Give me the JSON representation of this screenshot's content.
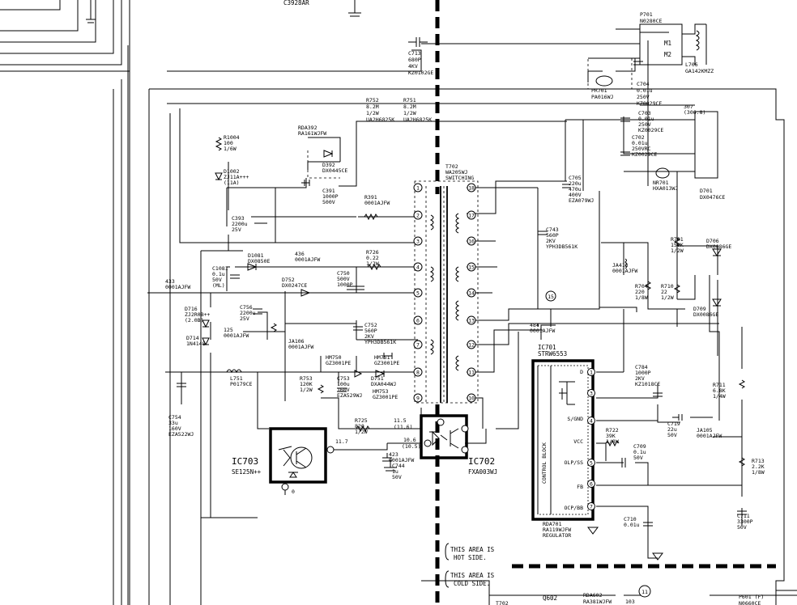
{
  "top_labels": {
    "c3928": "C3928AR"
  },
  "components": {
    "c713": [
      "C713",
      "680P",
      "4KV",
      "KZ0102GE"
    ],
    "p701": [
      "P701",
      "N0280CE"
    ],
    "m1": "M1",
    "m2": "M2",
    "l706": [
      "L706",
      "GA142KMZZ"
    ],
    "pr701": [
      "PR701",
      "PA016WJ"
    ],
    "c704": [
      "C704",
      "0.01u",
      "250V",
      "KZ0029CE"
    ],
    "r752": [
      "R752",
      "8.2M",
      "1/2W",
      "UA2H6825K"
    ],
    "r751": [
      "R751",
      "8.2M",
      "1/2W",
      "UA2H6825K"
    ],
    "r1004": [
      "R1004",
      "100",
      "1/6W"
    ],
    "rda392": [
      "RDA392",
      "RA161WJFW"
    ],
    "d392": [
      "D392",
      "DX0445CE"
    ],
    "d1002": [
      "D1002",
      "ZJ11A+++",
      "(11A)"
    ],
    "c391": [
      "C391",
      "1000P",
      "500V"
    ],
    "r391": [
      "R391",
      "0001AJFW"
    ],
    "c393": [
      "C393",
      "2200u",
      "25V"
    ],
    "t702": [
      "T702",
      "WA205WJ",
      "SWITCHING"
    ],
    "c703": [
      "C703",
      "0.01u",
      "250V",
      "KZ0029CE"
    ],
    "c702": [
      "C702",
      "0.01u",
      "250VRC",
      "KZ0029CE"
    ],
    "c705": [
      "C705",
      "220u",
      "470u",
      "400V",
      "EZA079WJ"
    ],
    "d701": [
      "D701",
      "DX0476CE"
    ],
    "nr701": [
      "NR701",
      "HXA013WJ"
    ],
    "v307": [
      "307",
      "(306.8)"
    ],
    "c743": [
      "C743",
      "560P",
      "2KV",
      "YPH3DB561K"
    ],
    "r701": [
      "R701",
      "150K",
      "1/2W"
    ],
    "d706": [
      "D706",
      "DX0086GE"
    ],
    "r726": [
      "R726",
      "0.22",
      "1/2W"
    ],
    "j436": [
      "436",
      "0001AJFW"
    ],
    "d1081": [
      "D1081",
      "DX0850E"
    ],
    "c1081": [
      "C1081",
      "0.1u",
      "50V",
      "(ML)"
    ],
    "c750": [
      "C750",
      "500V",
      "1000P"
    ],
    "d752": [
      "D752",
      "DX0247CE"
    ],
    "ja413": [
      "JA413",
      "0001AJFW"
    ],
    "r704": [
      "R704",
      "220",
      "1/8W"
    ],
    "r710": [
      "R710",
      "22",
      "1/2W"
    ],
    "d709": [
      "D709",
      "DX0086GE"
    ],
    "j433": [
      "433",
      "0001AJFW"
    ],
    "d716": [
      "D716",
      "ZJ2R0B++",
      "(2.0B)"
    ],
    "c756": [
      "C756",
      "2200u",
      "25V"
    ],
    "j125": [
      "125",
      "0001AJFW"
    ],
    "d714": [
      "D714",
      "1N4148"
    ],
    "c752": [
      "C752",
      "560P",
      "2KV",
      "YPH3DB561K"
    ],
    "ja106": [
      "JA106",
      "0001AJFW"
    ],
    "hm750": [
      "HM750",
      "GZ3001PE"
    ],
    "hm751": [
      "HM751",
      "GZ3001PE"
    ],
    "hm753": [
      "HM753",
      "GZ3001PE"
    ],
    "d751": [
      "D751",
      "DXA044WJ"
    ],
    "l751": [
      "L751",
      "P0179CE"
    ],
    "r753": [
      "R753",
      "120K",
      "1/2W"
    ],
    "c753": [
      "C753",
      "100u",
      "160V",
      "EZA529WJ"
    ],
    "j484": [
      "484",
      "0001AJFW"
    ],
    "ic701": [
      "IC701",
      "STRW6553"
    ],
    "c784": [
      "C784",
      "1000P",
      "2KV",
      "KZ1018CE"
    ],
    "r711": [
      "R711",
      "6.8K",
      "1/4W"
    ],
    "c754": [
      "C754",
      "33u",
      "160V",
      "EZA522WJ"
    ],
    "r725": [
      "R725",
      "820",
      "1/2W"
    ],
    "c719": [
      "C719",
      "22u",
      "50V"
    ],
    "ja105": [
      "JA105",
      "0001AJFW"
    ],
    "r722": [
      "R722",
      "39K",
      "1/8W"
    ],
    "c709": [
      "C709",
      "0.1u",
      "50V"
    ],
    "j423": [
      "423",
      "0001AJFW"
    ],
    "c744": [
      "C744",
      "1u",
      "50V"
    ],
    "r713": [
      "R713",
      "2.2K",
      "1/8W"
    ],
    "c710": [
      "C710",
      "0.01u"
    ],
    "c711": [
      "C711",
      "3300P",
      "50V"
    ],
    "rda701": [
      "RDA701",
      "RA119WJFW",
      "REGULATOR"
    ]
  },
  "ics": {
    "ic703": [
      "IC703",
      "SE125N++"
    ],
    "ic702": [
      "IC702",
      "FXA003WJ"
    ],
    "control_block": "CONTROL BLOCK",
    "ic701_pins": [
      "D",
      "S/GND",
      "VCC",
      "OLP/SS",
      "FB",
      "OCP/BB"
    ]
  },
  "voltages": {
    "v11_5": "11.5",
    "v11_6": "(11.6)",
    "v11_7": "11.7",
    "v10_6": "10.6",
    "v10_5": "(10.5)",
    "v0": "0"
  },
  "transformer_pins": {
    "left": [
      "1",
      "2",
      "3",
      "4",
      "5",
      "6",
      "7",
      "8",
      "9"
    ],
    "right": [
      "18",
      "17",
      "16",
      "15",
      "14",
      "13",
      "12",
      "11",
      "10"
    ]
  },
  "notes": {
    "hot1": "THIS AREA IS",
    "hot2": "HOT SIDE.",
    "cold1": "THIS AREA IS",
    "cold2": "COLD SIDE."
  },
  "bottom_labels": {
    "q602": "Q602",
    "rda602": [
      "RDA602",
      "RA381WJFW"
    ],
    "t103": "103",
    "t11": "11",
    "t15": "15",
    "p601": [
      "P601 (F)",
      "N0660CE"
    ],
    "t702b": "T702"
  }
}
